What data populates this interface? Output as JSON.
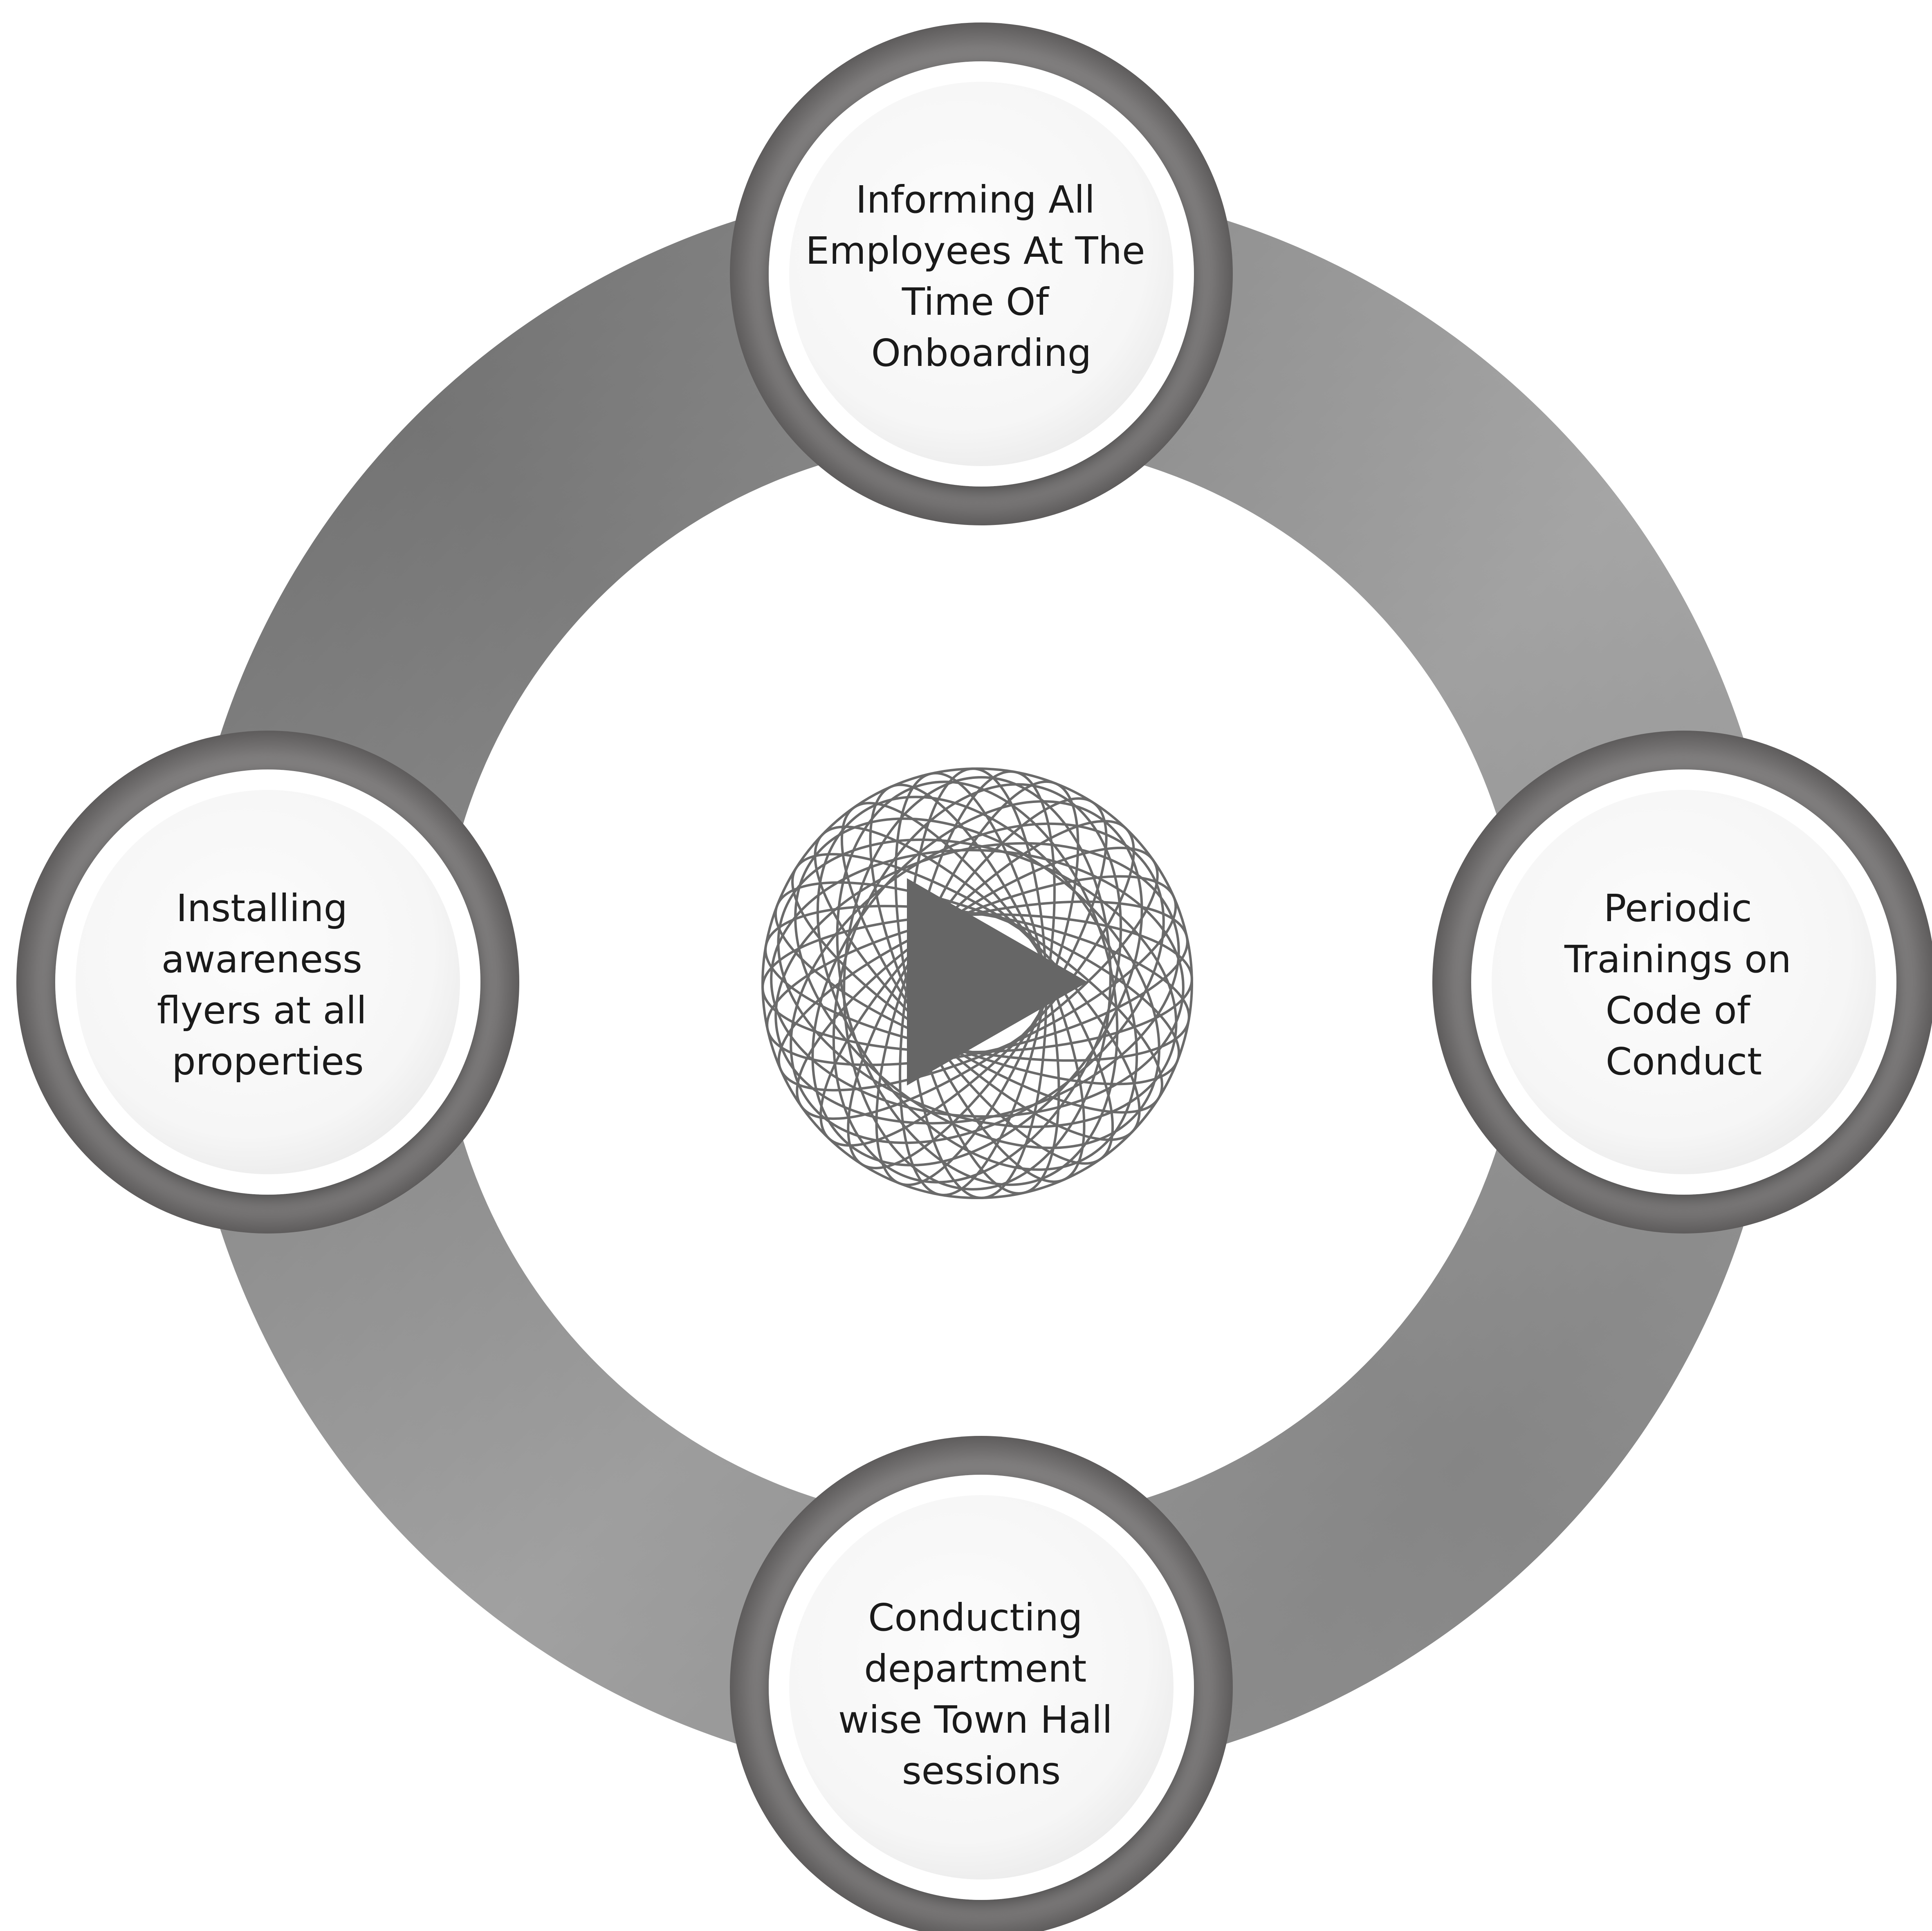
{
  "diagram": {
    "center_icon": "play-sphere-icon",
    "nodes": [
      {
        "id": "top",
        "lines": [
          "Informing All",
          "Employees At The",
          "Time Of",
          "Onboarding"
        ]
      },
      {
        "id": "right",
        "lines": [
          "Periodic",
          "Trainings on",
          "Code of",
          "Conduct"
        ]
      },
      {
        "id": "bottom",
        "lines": [
          "Conducting",
          "department",
          "wise Town Hall",
          "sessions"
        ]
      },
      {
        "id": "left",
        "lines": [
          "Installing",
          "awareness",
          "flyers at all",
          "properties"
        ]
      }
    ]
  },
  "colors": {
    "ring_dark": "#5c5c5c",
    "ring_mid": "#8a8a8a",
    "ring_light": "#b5b5b5",
    "node_fill": "#f8f8f8",
    "node_border": "#ffffff",
    "icon": "#666666",
    "text": "#1a1a1a"
  }
}
